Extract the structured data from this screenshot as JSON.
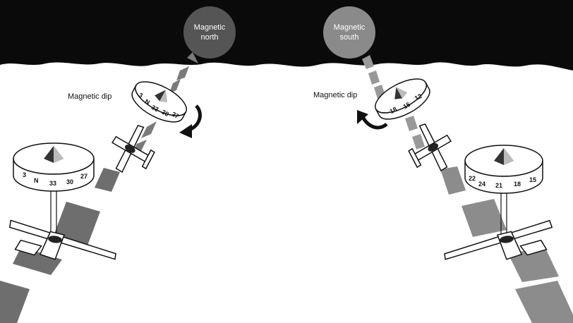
{
  "north_pole": {
    "line1": "Magnetic",
    "line2": "north"
  },
  "south_pole": {
    "line1": "Magnetic",
    "line2": "south"
  },
  "left_dip_label": "Magnetic dip",
  "right_dip_label": "Magnetic dip",
  "compass_left_lower": {
    "c1": "3",
    "c2": "N",
    "c3": "33",
    "c4": "30",
    "c5": "27"
  },
  "compass_left_upper": {
    "c1": "3",
    "c2": "N",
    "c3": "33",
    "c4": "30",
    "c5": "27"
  },
  "compass_right_upper": {
    "c1": "18",
    "c2": "15",
    "c3": "12"
  },
  "compass_right_lower": {
    "c1": "22",
    "c2": "24",
    "c3": "21",
    "c4": "18",
    "c5": "15"
  },
  "colors": {
    "sky": "#0a0a0a",
    "pole_north": "#555555",
    "pole_south": "#8a8a8a",
    "runway": "#6e6e6e",
    "runway_light": "#8c8c8c"
  }
}
